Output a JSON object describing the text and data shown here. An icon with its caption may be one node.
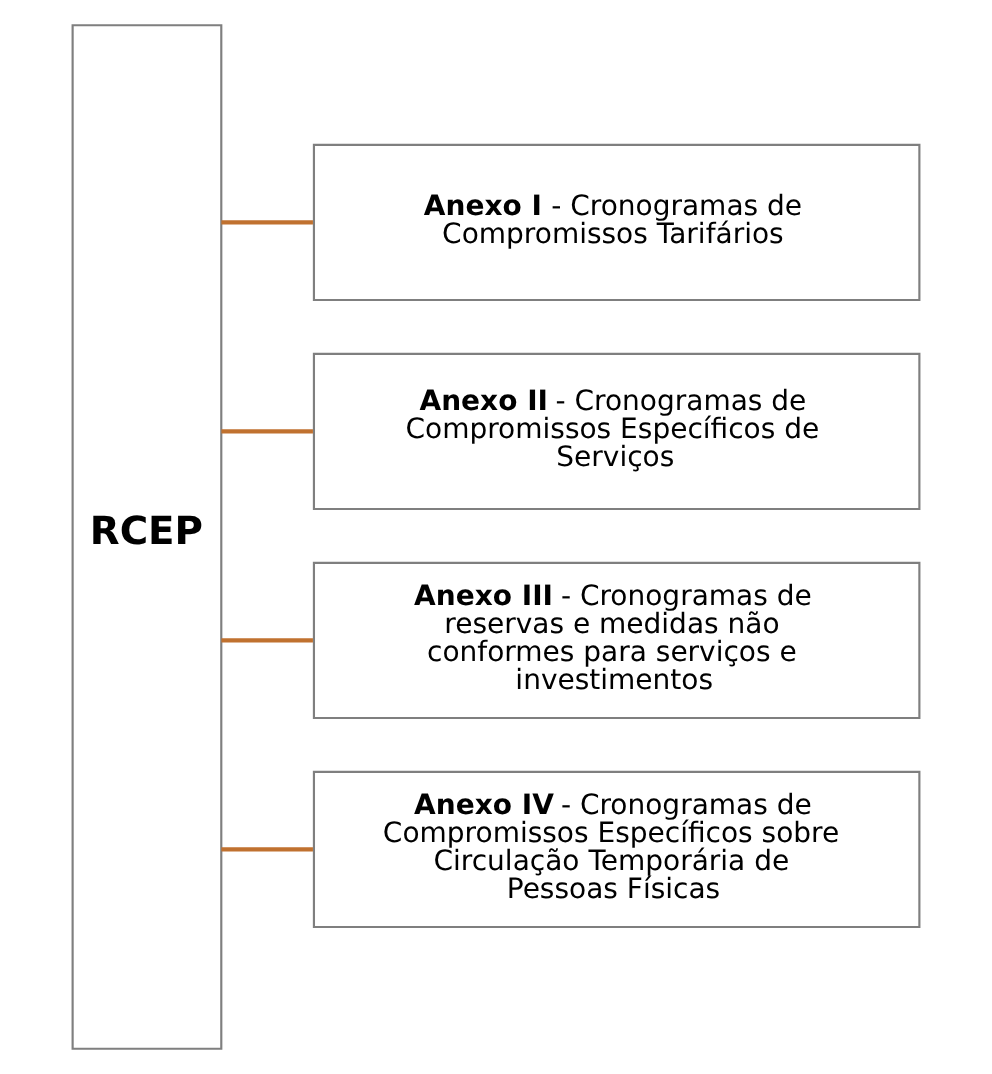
{
  "diagram": {
    "nodes": [
      {
        "text": [
          "RCEP"
        ]
      },
      {
        "text": [
          "**Anexo I** - Cronogramas de Compromissos Tarifários"
        ]
      },
      {
        "text": [
          "**Anexo II** - Cronogramas de Compromissos Específicos de Serviços"
        ]
      },
      {
        "text": [
          "**Anexo III** - Cronogramas de reservas e medidas não conformes para serviços e investimentos"
        ]
      },
      {
        "text": [
          "**Anexo IV** - Cronogramas de Compromissos Específicos sobre Circulação Temporária de Pessoas Físicas"
        ]
      }
    ],
    "edges": [
      {
        "from": 0,
        "to": 1,
        "arrow": "none"
      },
      {
        "from": 0,
        "to": 2,
        "arrow": "none"
      },
      {
        "from": 0,
        "to": 3,
        "arrow": "none"
      },
      {
        "from": 0,
        "to": 4,
        "arrow": "none"
      }
    ]
  }
}
